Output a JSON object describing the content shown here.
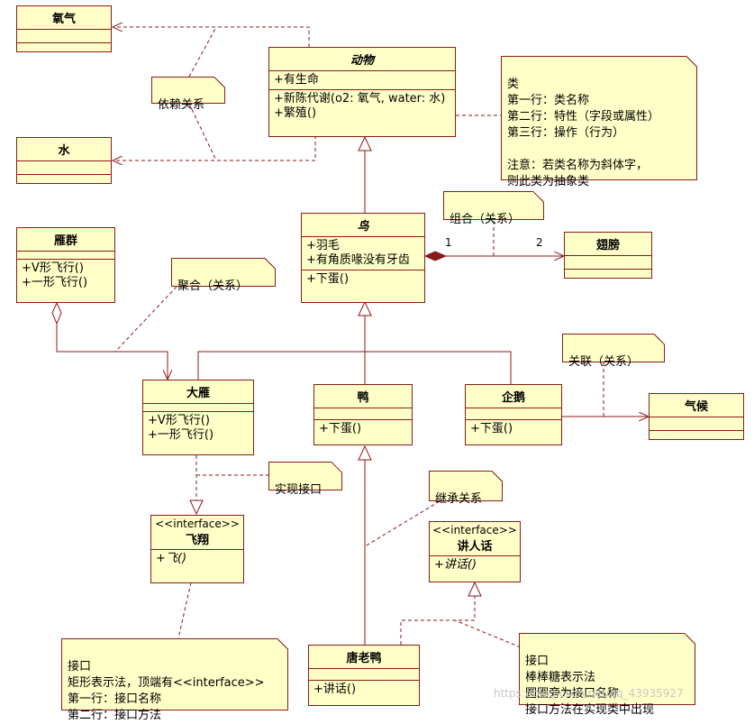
{
  "classes": {
    "oxygen": {
      "name": "氧气"
    },
    "water": {
      "name": "水"
    },
    "animal": {
      "name": "动物",
      "attributes": [
        "+有生命"
      ],
      "operations": [
        "+新陈代谢(o2: 氧气, water: 水)",
        "+繁殖()"
      ]
    },
    "bird": {
      "name": "鸟",
      "attributes": [
        "+羽毛",
        "+有角质喙没有牙齿"
      ],
      "operations": [
        "+下蛋()"
      ]
    },
    "wing": {
      "name": "翅膀"
    },
    "goose_flock": {
      "name": "雁群",
      "operations": [
        "+V形飞行()",
        "+一形飞行()"
      ]
    },
    "goose": {
      "name": "大雁",
      "operations": [
        "+V形飞行()",
        "+一形飞行()"
      ]
    },
    "duck": {
      "name": "鸭",
      "operations": [
        "+下蛋()"
      ]
    },
    "penguin": {
      "name": "企鹅",
      "operations": [
        "+下蛋()"
      ]
    },
    "climate": {
      "name": "气候"
    },
    "fly": {
      "stereotype": "<<interface>>",
      "name": "飞翔",
      "operations": [
        "+飞()"
      ]
    },
    "speak": {
      "stereotype": "<<interface>>",
      "name": "讲人话",
      "operations": [
        "+讲话()"
      ]
    },
    "tang_duck": {
      "name": "唐老鸭",
      "operations": [
        "+讲话()"
      ]
    }
  },
  "notes": {
    "dependency": "依赖关系",
    "class_desc": "类\n第一行：类名称\n第二行：特性（字段或属性）\n第三行：操作（行为）\n\n注意：若类名称为斜体字，\n则此类为抽象类",
    "composition": "组合（关系）",
    "aggregation": "聚合（关系）",
    "association": "关联（关系）",
    "realization": "实现接口",
    "inheritance": "继承关系",
    "interface_rect": "接口\n矩形表示法，顶端有<<interface>>\n第一行：接口名称\n第二行：接口方法",
    "interface_lollipop": "接口\n棒棒糖表示法\n圆圈旁为接口名称\n接口方法在实现类中出现"
  },
  "multiplicity": {
    "bird_end": "1",
    "wing_end": "2"
  },
  "watermark": "https://blog.csdn.net/qq_43935927",
  "colors": {
    "line": "#8b1a1a",
    "fill": "#ffffc8"
  }
}
